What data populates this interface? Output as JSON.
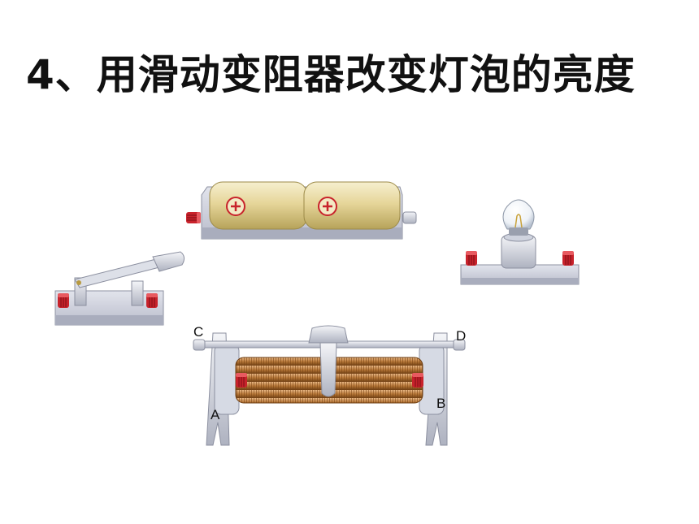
{
  "title": "4、用滑动变阻器改变灯泡的亮度",
  "rheostat_terminals": {
    "a": "A",
    "b": "B",
    "c": "C",
    "d": "D"
  },
  "colors": {
    "base": "#c9ccd8",
    "battery": "#d9c98a",
    "terminal": "#c8222b",
    "coil": "#b77838"
  }
}
